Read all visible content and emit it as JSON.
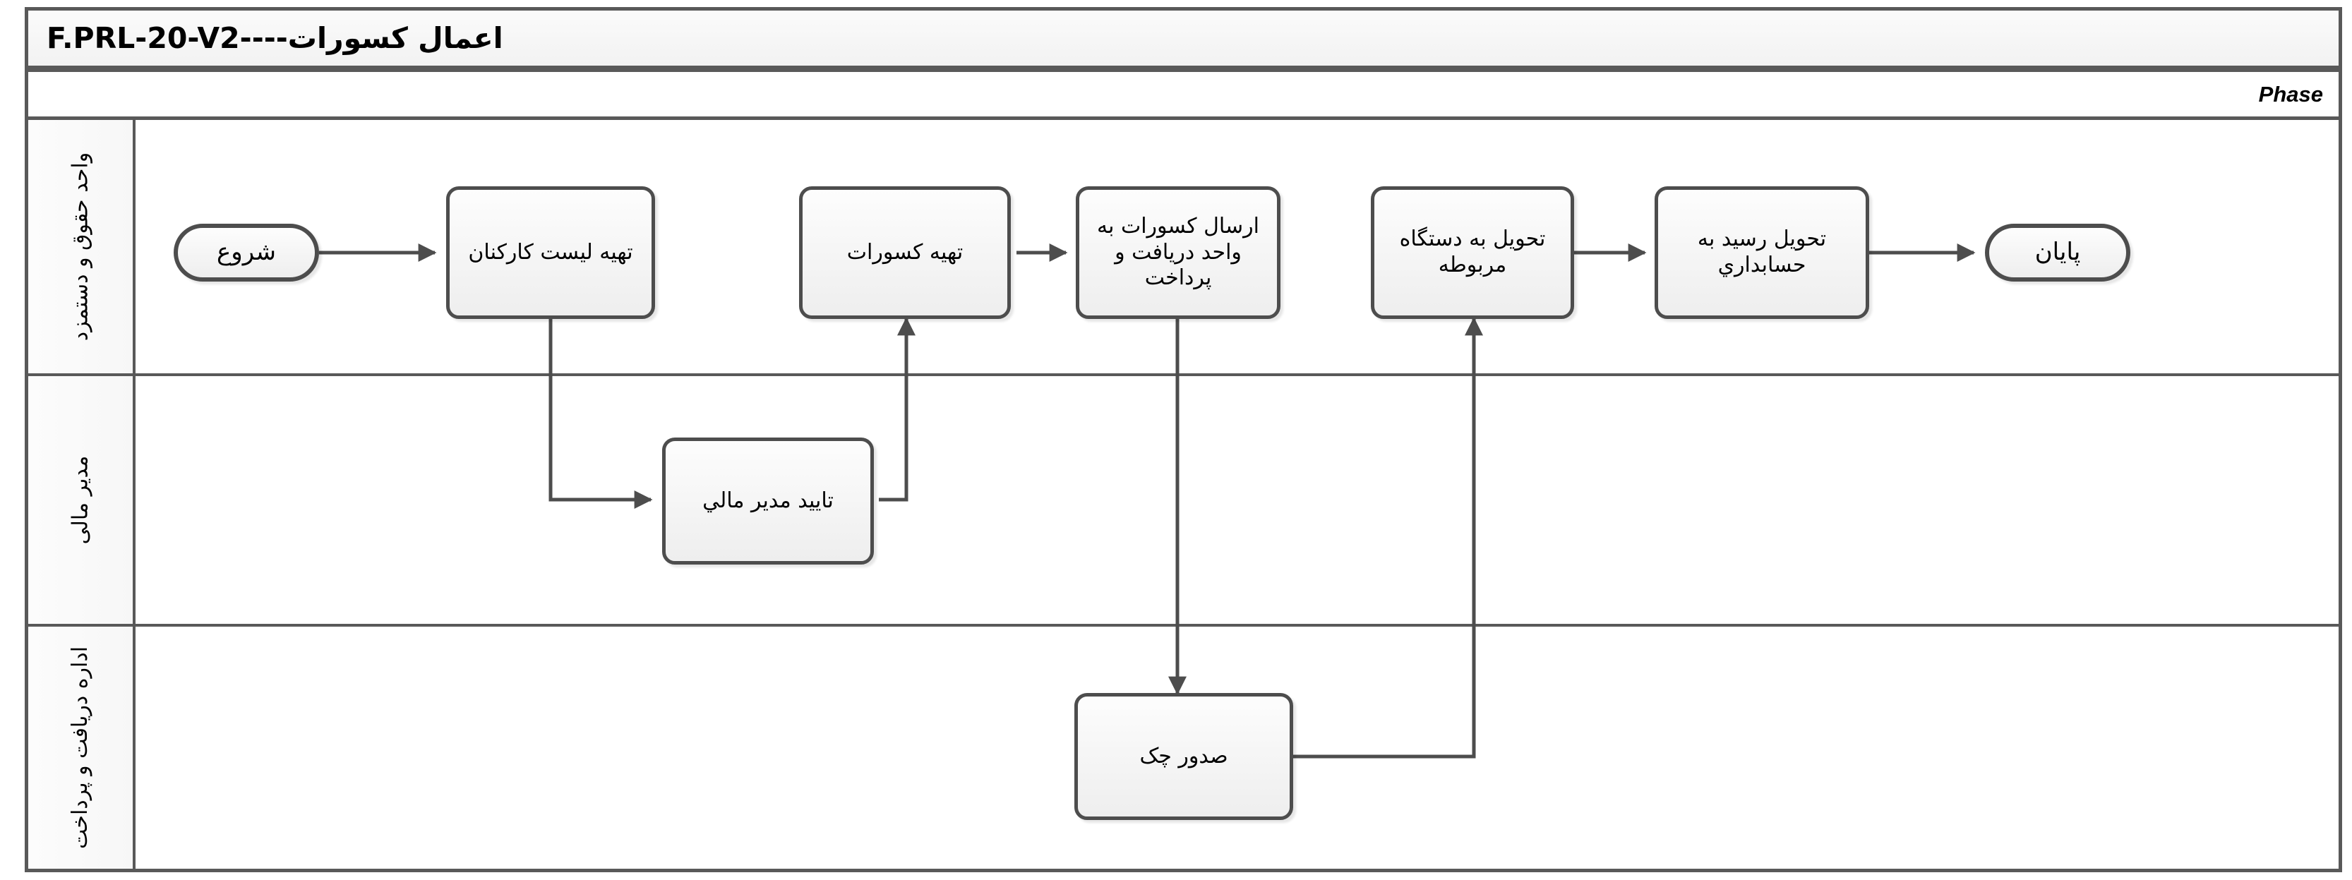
{
  "diagram": {
    "title": "اعمال کسورات----F.PRL-20-V2",
    "phase_label": "Phase",
    "type": "bpmn-swimlane-flowchart",
    "colors": {
      "border": "#595959",
      "node_border": "#4d4d4d",
      "node_fill": "#f4f4f4",
      "connector": "#4d4d4d",
      "background": "#ffffff"
    }
  },
  "lanes": [
    {
      "id": "lane-payroll",
      "label": "واحد حقوق و دستمزد"
    },
    {
      "id": "lane-finance-manager",
      "label": "مدیر مالی"
    },
    {
      "id": "lane-receipt-payment",
      "label": "اداره دریافت و پرداخت"
    }
  ],
  "nodes": [
    {
      "id": "start",
      "lane": "lane-payroll",
      "kind": "event",
      "label": "شروع"
    },
    {
      "id": "employee-list",
      "lane": "lane-payroll",
      "kind": "task",
      "label": "تهیه لیست کارکنان"
    },
    {
      "id": "prepare-deduct",
      "lane": "lane-payroll",
      "kind": "task",
      "label": "تهیه کسورات"
    },
    {
      "id": "send-deduct",
      "lane": "lane-payroll",
      "kind": "task",
      "label": "ارسال کسورات به واحد دریافت و پرداخت"
    },
    {
      "id": "deliver-org",
      "lane": "lane-payroll",
      "kind": "task",
      "label": "تحویل به دستگاه مربوطه"
    },
    {
      "id": "deliver-receipt",
      "lane": "lane-payroll",
      "kind": "task",
      "label": "تحویل رسید به حسابداري"
    },
    {
      "id": "end",
      "lane": "lane-payroll",
      "kind": "event",
      "label": "پایان"
    },
    {
      "id": "fm-approval",
      "lane": "lane-finance-manager",
      "kind": "task",
      "label": "تایید مدیر مالي"
    },
    {
      "id": "issue-check",
      "lane": "lane-receipt-payment",
      "kind": "task",
      "label": "صدور چک"
    }
  ],
  "edges": [
    {
      "from": "start",
      "to": "employee-list"
    },
    {
      "from": "employee-list",
      "to": "fm-approval"
    },
    {
      "from": "fm-approval",
      "to": "prepare-deduct"
    },
    {
      "from": "prepare-deduct",
      "to": "send-deduct"
    },
    {
      "from": "send-deduct",
      "to": "issue-check"
    },
    {
      "from": "issue-check",
      "to": "deliver-org"
    },
    {
      "from": "deliver-org",
      "to": "deliver-receipt"
    },
    {
      "from": "deliver-receipt",
      "to": "end"
    }
  ]
}
